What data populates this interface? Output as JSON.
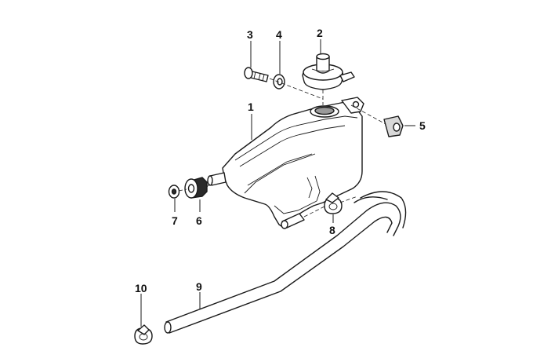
{
  "callouts": {
    "c1": "1",
    "c2": "2",
    "c3": "3",
    "c4": "4",
    "c5": "5",
    "c6": "6",
    "c7": "7",
    "c8": "8",
    "c9": "9",
    "c10": "10"
  },
  "colors": {
    "line": "#1a1a1a",
    "shade": "#d8d8d8",
    "background": "#ffffff"
  }
}
